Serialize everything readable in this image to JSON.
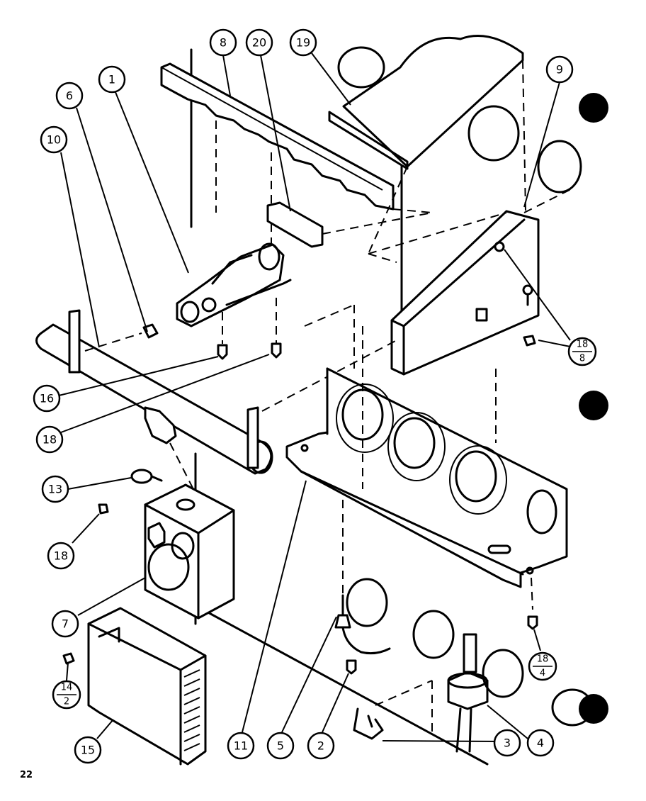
{
  "page_number": "22",
  "callouts": {
    "c8": "8",
    "c20": "20",
    "c19": "19",
    "c9": "9",
    "c6": "6",
    "c1": "1",
    "c10": "10",
    "c16": "16",
    "c18a": "18",
    "c13": "13",
    "c18b": "18",
    "c7": "7",
    "c14_top": "14",
    "c14_bottom": "2",
    "c15": "15",
    "c11": "11",
    "c5": "5",
    "c2": "2",
    "c3": "3",
    "c4": "4",
    "c18_8_top": "18",
    "c18_8_bottom": "8",
    "c18_4_top": "18",
    "c18_4_bottom": "4"
  }
}
